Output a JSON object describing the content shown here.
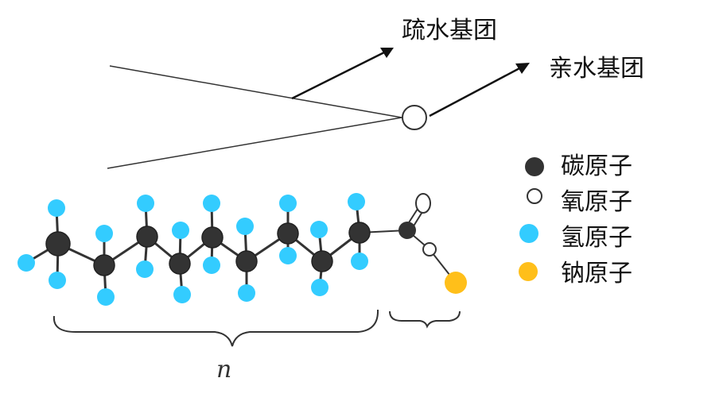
{
  "labels": {
    "hydrophobic": "疏水基团",
    "hydrophilic": "亲水基团",
    "repeat": "n"
  },
  "legend": [
    {
      "label": "碳原子",
      "color": "#333333",
      "kind": "filled"
    },
    {
      "label": "氧原子",
      "color": "#ffffff",
      "kind": "outline"
    },
    {
      "label": "氢原子",
      "color": "#33ccff",
      "kind": "filled"
    },
    {
      "label": "钠原子",
      "color": "#ffbf1a",
      "kind": "filled"
    }
  ],
  "colors": {
    "carbon": "#333333",
    "hydrogen": "#33ccff",
    "sodium": "#ffbf1a",
    "line": "#333333"
  }
}
